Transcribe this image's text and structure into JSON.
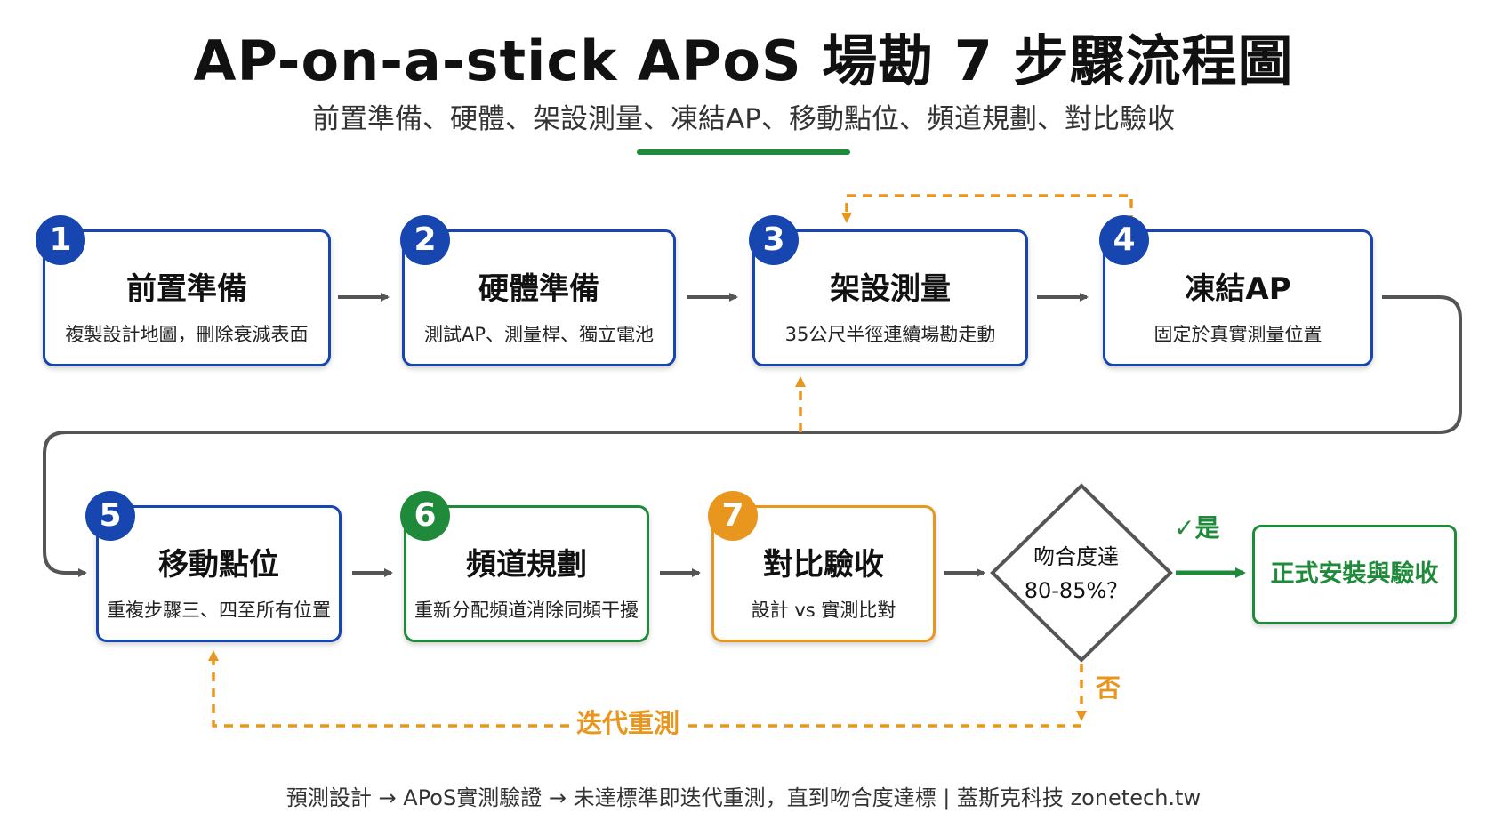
{
  "title": "AP-on-a-stick APoS 場勘 7 步驟流程圖",
  "subtitle": "前置準備、硬體、架設測量、凍結AP、移動點位、頻道規劃、對比驗收",
  "steps": [
    {
      "num": "1",
      "title": "前置準備",
      "desc": "複製設計地圖，刪除衰減表面"
    },
    {
      "num": "2",
      "title": "硬體準備",
      "desc": "測試AP、測量桿、獨立電池"
    },
    {
      "num": "3",
      "title": "架設測量",
      "desc": "35公尺半徑連續場勘走動"
    },
    {
      "num": "4",
      "title": "凍結AP",
      "desc": "固定於真實測量位置"
    },
    {
      "num": "5",
      "title": "移動點位",
      "desc": "重複步驟三、四至所有位置"
    },
    {
      "num": "6",
      "title": "頻道規劃",
      "desc": "重新分配頻道消除同頻干擾"
    },
    {
      "num": "7",
      "title": "對比驗收",
      "desc": "設計 vs 實測比對"
    }
  ],
  "decision": {
    "line1": "吻合度達",
    "line2": "80-85%？"
  },
  "yes_label": "✓是",
  "no_label": "否",
  "final_label": "正式安裝與驗收",
  "iterate_label": "迭代重測",
  "footer": "預測設計 → APoS實測驗證 → 未達標準即迭代重測，直到吻合度達標 | 蓋斯克科技 zonetech.tw",
  "colors": {
    "blue": "#1746b0",
    "green": "#1e8a3a",
    "orange": "#e8961e",
    "gray": "#555555"
  }
}
